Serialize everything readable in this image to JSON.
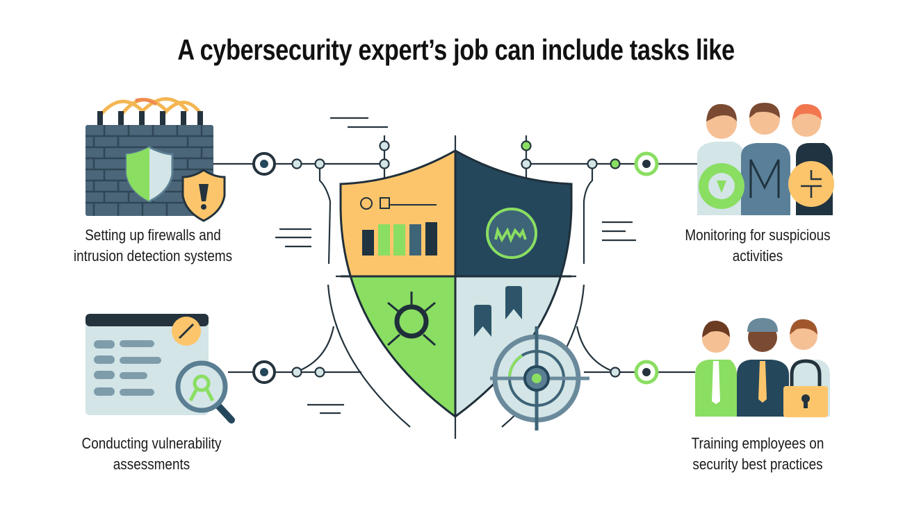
{
  "title": "A cybersecurity expert’s job can include tasks like",
  "tasks": [
    {
      "line1": "Setting up firewalls and",
      "line2": "intrusion detection systems",
      "icon": "firewall-icon"
    },
    {
      "line1": "Monitoring for suspicious",
      "line2": "activities",
      "icon": "team-monitoring-icon"
    },
    {
      "line1": "Conducting vulnerability",
      "line2": "assessments",
      "icon": "vulnerability-scan-icon"
    },
    {
      "line1": "Training employees on",
      "line2": "security best practices",
      "icon": "employee-training-icon"
    }
  ],
  "colors": {
    "navy": "#24475c",
    "green": "#8ade62",
    "orange": "#fcc56c",
    "pale": "#d3e5e6",
    "slate": "#4b6579"
  }
}
